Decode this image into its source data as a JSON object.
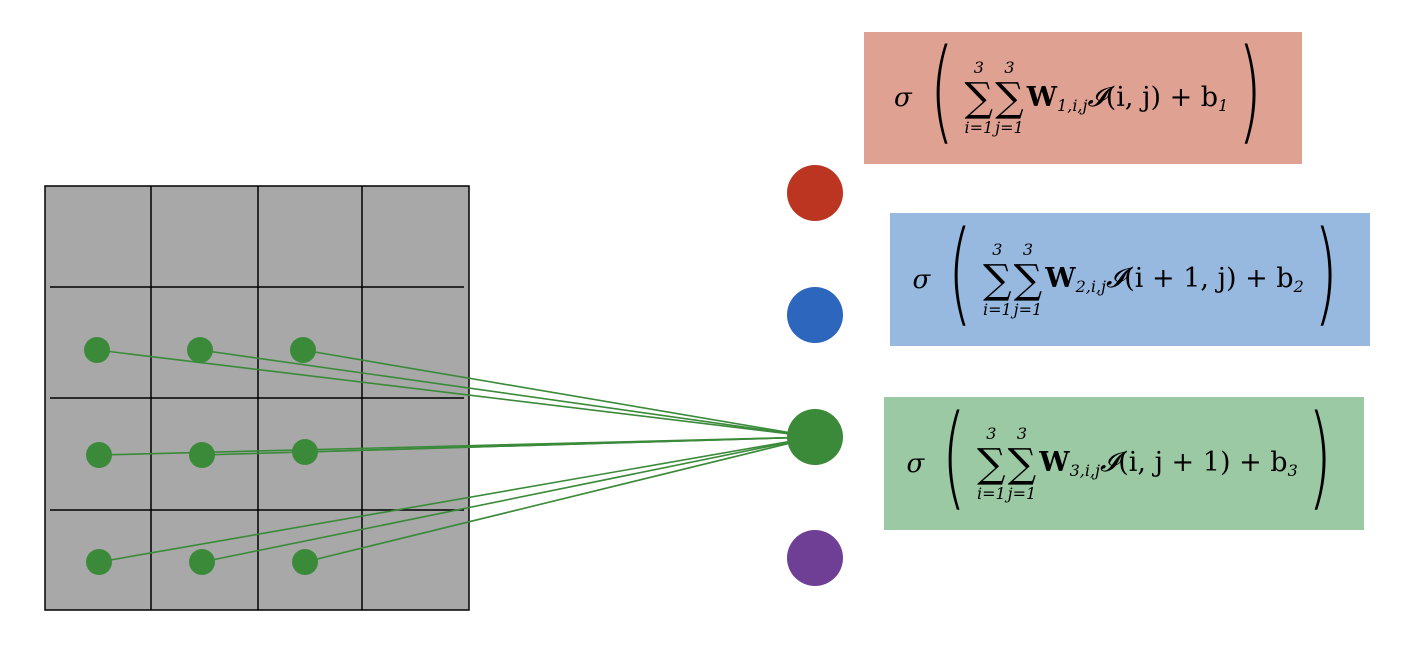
{
  "grid": {
    "rows": 4,
    "cols": 4,
    "fill": "#a7a8a7",
    "line": "#000000"
  },
  "input_dots": {
    "color": "#3a8a3a"
  },
  "output_nodes": [
    {
      "name": "red",
      "color": "#bb3520"
    },
    {
      "name": "blue",
      "color": "#2c66bd"
    },
    {
      "name": "green",
      "color": "#3a8a3a"
    },
    {
      "name": "purple",
      "color": "#6f3f96"
    }
  ],
  "connection_color": "#3a8a3a",
  "formulas": [
    {
      "bg": "#dfa191",
      "sigma": "σ",
      "lower_i": "i=1",
      "upper_i": "3",
      "lower_j": "j=1",
      "upper_j": "3",
      "weight": "W",
      "weight_sub": "1,i,j",
      "input_symbol": "𝓘",
      "input_args": "(i, j)",
      "bias": "+ b",
      "bias_sub": "1"
    },
    {
      "bg": "#97b9df",
      "sigma": "σ",
      "lower_i": "i=1",
      "upper_i": "3",
      "lower_j": "j=1",
      "upper_j": "3",
      "weight": "W",
      "weight_sub": "2,i,j",
      "input_symbol": "𝓘",
      "input_args": "(i + 1, j)",
      "bias": "+ b",
      "bias_sub": "2"
    },
    {
      "bg": "#9bc9a3",
      "sigma": "σ",
      "lower_i": "i=1",
      "upper_i": "3",
      "lower_j": "j=1",
      "upper_j": "3",
      "weight": "W",
      "weight_sub": "3,i,j",
      "input_symbol": "𝓘",
      "input_args": "(i, j + 1)",
      "bias": "+ b",
      "bias_sub": "3"
    }
  ]
}
